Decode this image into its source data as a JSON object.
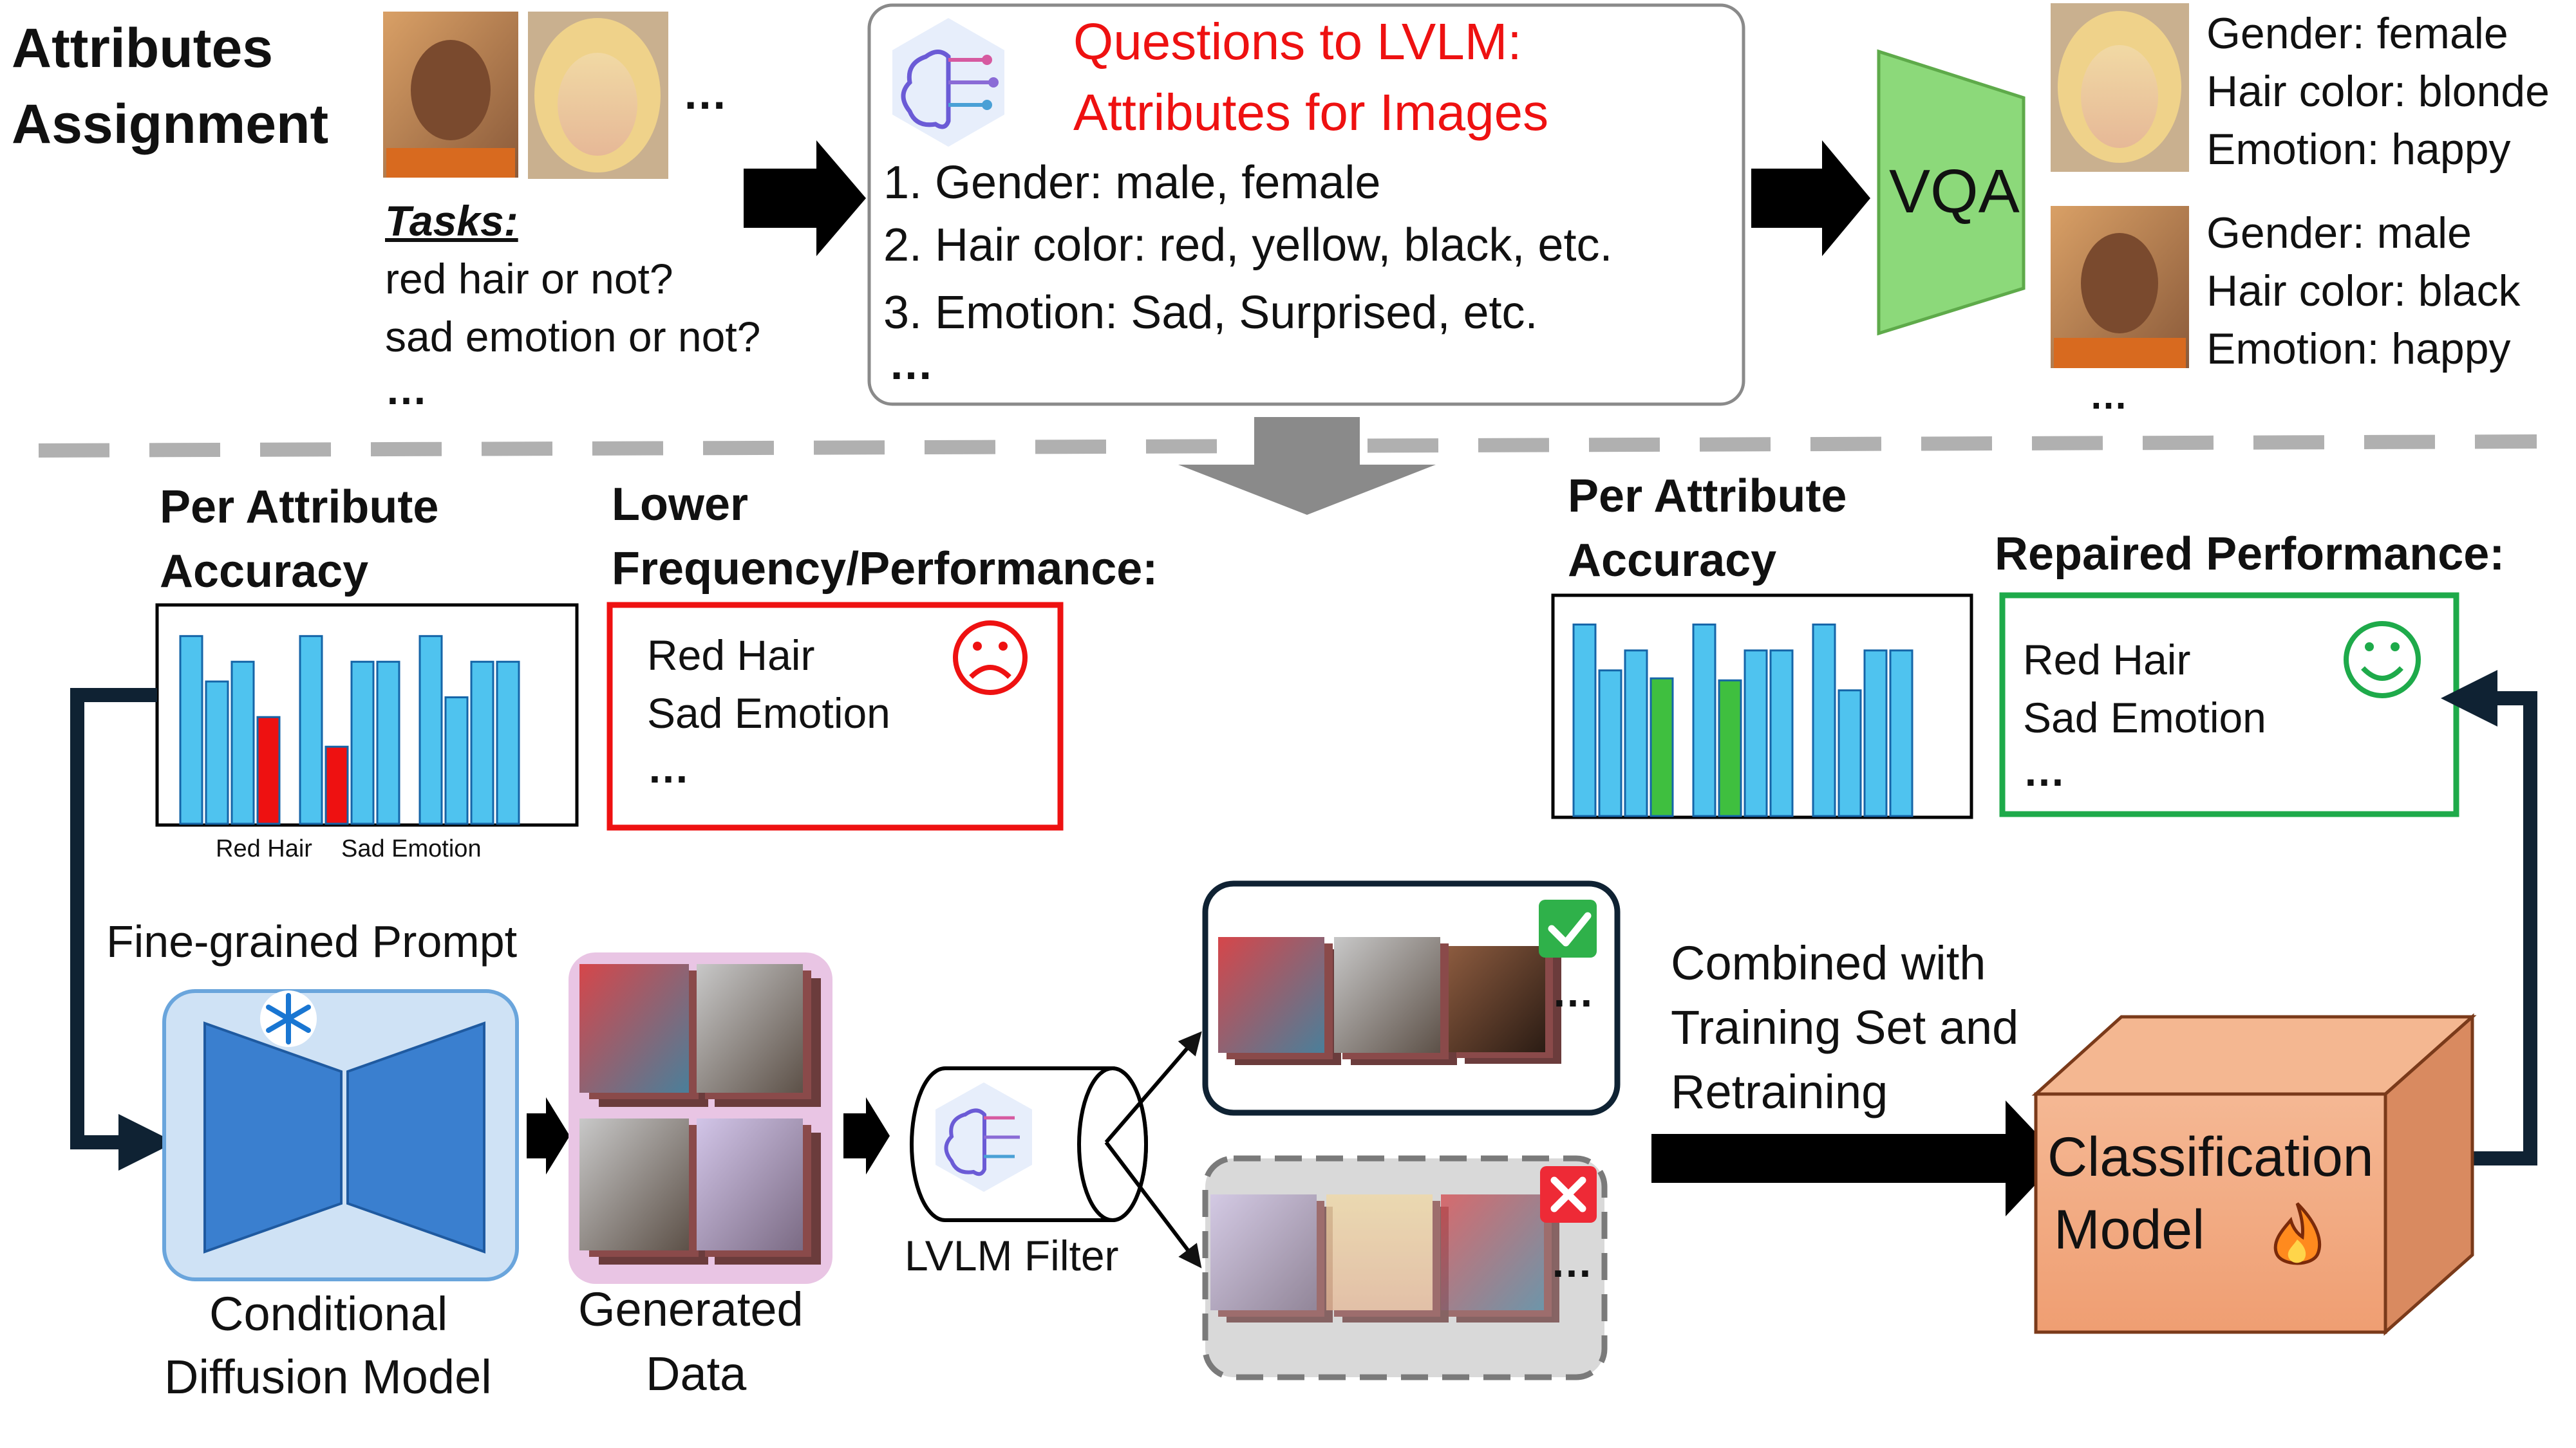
{
  "colors": {
    "bar_blue": "#4fc3ef",
    "bar_red": "#ee1111",
    "bar_green": "#3fbf3f",
    "bad_red": "#ee1111",
    "good_green": "#1eaa4a",
    "vqa_green": "#8cd97a",
    "diffusion_blue": "#3a7fcf",
    "box_orange": "#f2aa80",
    "gray_arrow": "#8a8a8a",
    "dark_arrow": "#0f2233"
  },
  "top": {
    "title_line1": "Attributes",
    "title_line2": "Assignment",
    "ellipsis": "…",
    "tasks_label": "Tasks:",
    "tasks": [
      "red hair or not?",
      "sad emotion or not?",
      "…"
    ],
    "question_title_line1": "Questions to LVLM:",
    "question_title_line2": "Attributes for Images",
    "questions": [
      "1. Gender: male, female",
      "2. Hair color: red, yellow, black, etc.",
      "3. Emotion: Sad, Surprised, etc.",
      "…"
    ],
    "vqa_label": "VQA",
    "results": [
      {
        "gender": "Gender: female",
        "hair": "Hair color: blonde",
        "emotion": "Emotion: happy"
      },
      {
        "gender": "Gender: male",
        "hair": "Hair color: black",
        "emotion": "Emotion: happy"
      }
    ],
    "results_more": "…"
  },
  "bottom": {
    "left_chart_title_line1": "Per Attribute",
    "left_chart_title_line2": "Accuracy",
    "left_chart_xlabels": [
      "Red Hair",
      "Sad Emotion"
    ],
    "lower_title_line1": "Lower",
    "lower_title_line2": "Frequency/Performance:",
    "lower_items": [
      "Red Hair",
      "Sad Emotion",
      "…"
    ],
    "sad_icon": "sad-face-icon",
    "right_chart_title_line1": "Per Attribute",
    "right_chart_title_line2": "Accuracy",
    "repaired_title": "Repaired Performance:",
    "repaired_items": [
      "Red Hair",
      "Sad Emotion",
      "…"
    ],
    "happy_icon": "happy-face-icon",
    "prompt_label": "Fine-grained Prompt",
    "diffusion_label_line1": "Conditional",
    "diffusion_label_line2": "Diffusion Model",
    "snowflake_icon": "snowflake-icon",
    "generated_label_line1": "Generated",
    "generated_label_line2": "Data",
    "filter_label": "LVLM Filter",
    "accepted_more": "…",
    "rejected_more": "…",
    "check_icon": "check-icon",
    "cross_icon": "cross-icon",
    "combined_line1": "Combined with",
    "combined_line2": "Training Set and",
    "combined_line3": "Retraining",
    "classification_line1": "Classification",
    "classification_line2": "Model",
    "fire_icon": "fire-icon"
  },
  "chart_data": [
    {
      "type": "bar",
      "title": "Per Attribute Accuracy",
      "categories": [
        "",
        "",
        "",
        "Red Hair",
        "",
        "Sad Emotion",
        "",
        "",
        "",
        "",
        "",
        ""
      ],
      "values": [
        0.95,
        0.72,
        0.82,
        0.54,
        0.95,
        0.39,
        0.82,
        0.82,
        0.95,
        0.64,
        0.82,
        0.82
      ],
      "highlight": [
        "#4fc3ef",
        "#4fc3ef",
        "#4fc3ef",
        "#ee1111",
        "#4fc3ef",
        "#ee1111",
        "#4fc3ef",
        "#4fc3ef",
        "#4fc3ef",
        "#4fc3ef",
        "#4fc3ef",
        "#4fc3ef"
      ]
    },
    {
      "type": "bar",
      "title": "Per Attribute Accuracy",
      "categories": [
        "",
        "",
        "",
        "",
        "",
        "",
        "",
        "",
        "",
        "",
        "",
        ""
      ],
      "values": [
        0.96,
        0.73,
        0.83,
        0.69,
        0.96,
        0.68,
        0.83,
        0.83,
        0.96,
        0.63,
        0.83,
        0.83
      ],
      "highlight": [
        "#4fc3ef",
        "#4fc3ef",
        "#4fc3ef",
        "#3fbf3f",
        "#4fc3ef",
        "#3fbf3f",
        "#4fc3ef",
        "#4fc3ef",
        "#4fc3ef",
        "#4fc3ef",
        "#4fc3ef",
        "#4fc3ef"
      ]
    }
  ]
}
